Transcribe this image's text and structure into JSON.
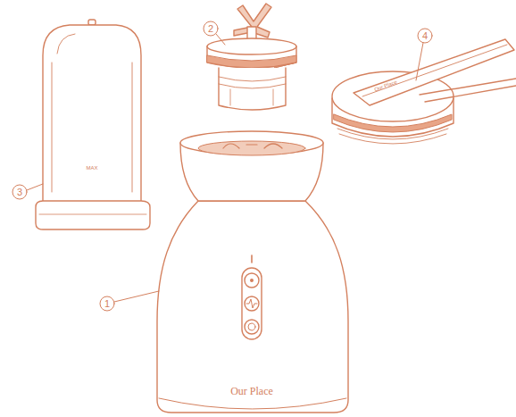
{
  "diagram": {
    "labels": [
      "2",
      "3",
      "MAX",
      "4",
      "Our Place",
      "1",
      "Our Place"
    ]
  }
}
